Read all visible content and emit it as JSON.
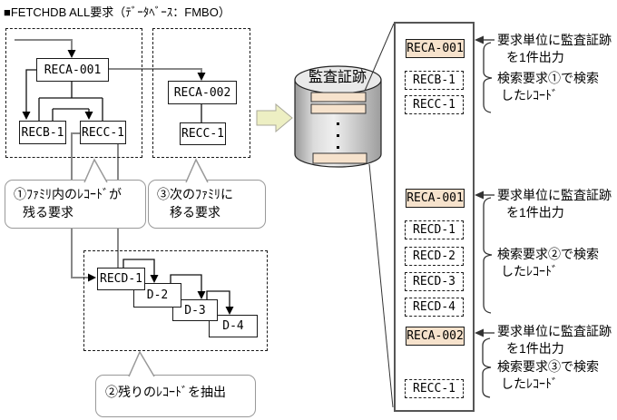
{
  "title": "■FETCHDB ALL要求（ﾃﾞｰﾀﾍﾞｰｽ：FMBO）",
  "left_diagram": {
    "family1": {
      "root": "RECA-001",
      "child_left": "RECB-1",
      "child_right": "RECC-1",
      "bubble": {
        "line1": "①ﾌｧﾐﾘ内のﾚｺｰﾄﾞが",
        "line2": "残る要求"
      }
    },
    "family2": {
      "root": "RECA-002",
      "child": "RECC-1",
      "bubble": {
        "line1": "③次のﾌｧﾐﾘに",
        "line2": "移る要求"
      }
    },
    "detail_family": {
      "n1": "RECD-1",
      "n2": "D-2",
      "n3": "D-3",
      "n4": "D-4",
      "bubble": {
        "line1": "②残りのﾚｺｰﾄﾞを抽出"
      }
    }
  },
  "database": {
    "label": "監査証跡"
  },
  "audit_list": {
    "records": [
      {
        "label": "RECA-001",
        "style": "solid"
      },
      {
        "label": "RECB-1",
        "style": "dashed"
      },
      {
        "label": "RECC-1",
        "style": "dashed"
      },
      {
        "label": "RECA-001",
        "style": "solid"
      },
      {
        "label": "RECD-1",
        "style": "dashed"
      },
      {
        "label": "RECD-2",
        "style": "dashed"
      },
      {
        "label": "RECD-3",
        "style": "dashed"
      },
      {
        "label": "RECD-4",
        "style": "dashed"
      },
      {
        "label": "RECA-002",
        "style": "solid"
      },
      {
        "label": "RECC-1",
        "style": "dashed"
      }
    ],
    "annotations": [
      {
        "output_line1": "要求単位に監査証跡",
        "output_line2": "を1件出力",
        "records_line1": "検索要求①で検索",
        "records_line2": "したﾚｺｰﾄﾞ"
      },
      {
        "output_line1": "要求単位に監査証跡",
        "output_line2": "を1件出力",
        "records_line1": "検索要求②で検索",
        "records_line2": "したﾚｺｰﾄﾞ"
      },
      {
        "output_line1": "要求単位に監査証跡",
        "output_line2": "を1件出力",
        "records_line1": "検索要求③で検索",
        "records_line2": "したﾚｺｰﾄﾞ"
      }
    ]
  },
  "icons": {
    "block_arrow": "right-block-arrow",
    "annotation_arrow": "left-arrow",
    "group_brace": "right-curly-brace",
    "flow_arrow": "down-filled-arrowhead"
  },
  "colors": {
    "record_highlight": "#f6e2cc",
    "block_arrow_fill": "#edefc3",
    "cylinder_gray": "#d9d9d9",
    "flow_line_gray": "#888888"
  }
}
